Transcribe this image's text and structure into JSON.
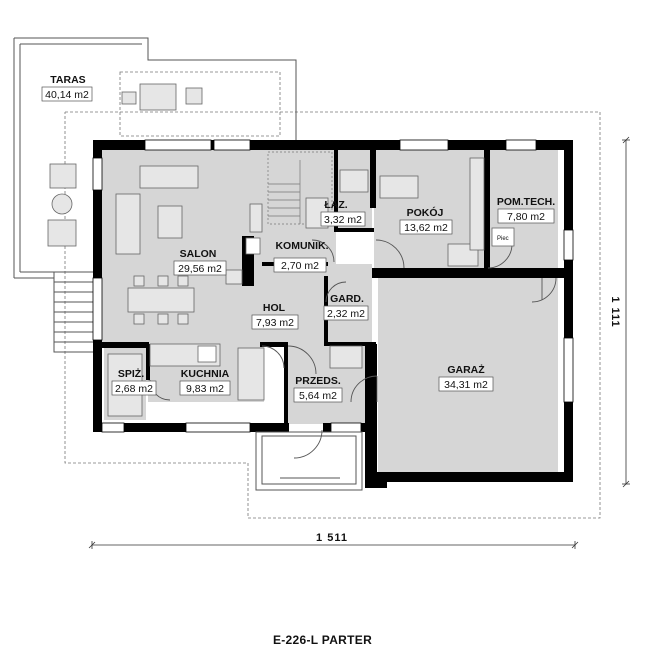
{
  "plan_title": "E-226-L PARTER",
  "dimensions": {
    "width": "1 511",
    "depth": "1 111"
  },
  "rooms": {
    "taras": {
      "name": "TARAS",
      "area": "40,14 m2"
    },
    "salon": {
      "name": "SALON",
      "area": "29,56 m2"
    },
    "lazienka": {
      "name": "ŁAZ.",
      "area": "3,32 m2"
    },
    "pokoj": {
      "name": "POKÓJ",
      "area": "13,62 m2"
    },
    "pomtech": {
      "name": "POM.TECH.",
      "area": "7,80 m2"
    },
    "komunik": {
      "name": "KOMUNIK.",
      "area": "2,70 m2"
    },
    "hol": {
      "name": "HOL",
      "area": "7,93 m2"
    },
    "gard": {
      "name": "GARD.",
      "area": "2,32 m2"
    },
    "garaz": {
      "name": "GARAŻ",
      "area": "34,31 m2"
    },
    "spiz": {
      "name": "SPIŻ.",
      "area": "2,68 m2"
    },
    "kuchnia": {
      "name": "KUCHNIA",
      "area": "9,83 m2"
    },
    "przeds": {
      "name": "PRZEDS.",
      "area": "5,64 m2"
    }
  },
  "fixtures": {
    "boiler_label": "Piec"
  },
  "colors": {
    "floor": "#d6d6d6",
    "wall": "#000000",
    "line": "#555555",
    "dim": "#333333"
  }
}
